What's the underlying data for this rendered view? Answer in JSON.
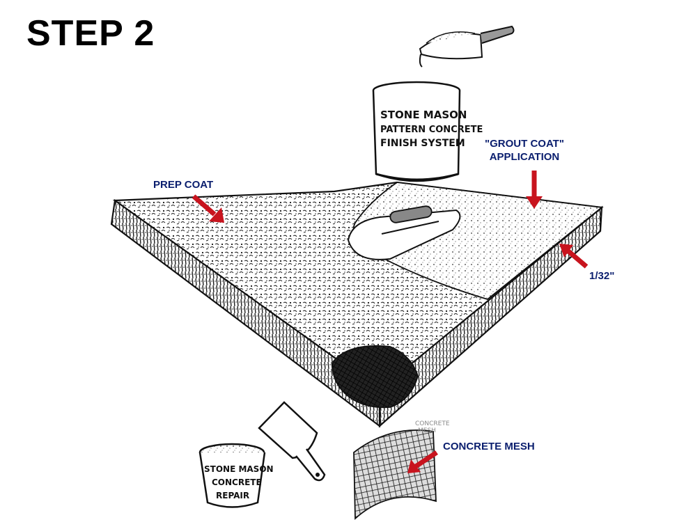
{
  "title": "STEP 2",
  "callouts": {
    "prep_coat": "PREP COAT",
    "grout_coat_line1": "\"GROUT COAT\"",
    "grout_coat_line2": "APPLICATION",
    "thickness": "1/32\"",
    "concrete_mesh": "CONCRETE MESH"
  },
  "large_can_label": [
    "STONE MASON",
    "PATTERN CONCRETE",
    "FINISH SYSTEM"
  ],
  "small_can_label": [
    "STONE MASON",
    "CONCRETE",
    "REPAIR"
  ],
  "mesh_sketch_label": [
    "CONCRETE",
    "MESH"
  ],
  "colors": {
    "callout_text": "#0a1e6e",
    "arrow": "#c8141e",
    "ink": "#111111"
  },
  "icons": [
    "scoop-icon",
    "can-icon",
    "trowel-icon",
    "putty-knife-icon",
    "mesh-icon",
    "arrow-icon"
  ]
}
